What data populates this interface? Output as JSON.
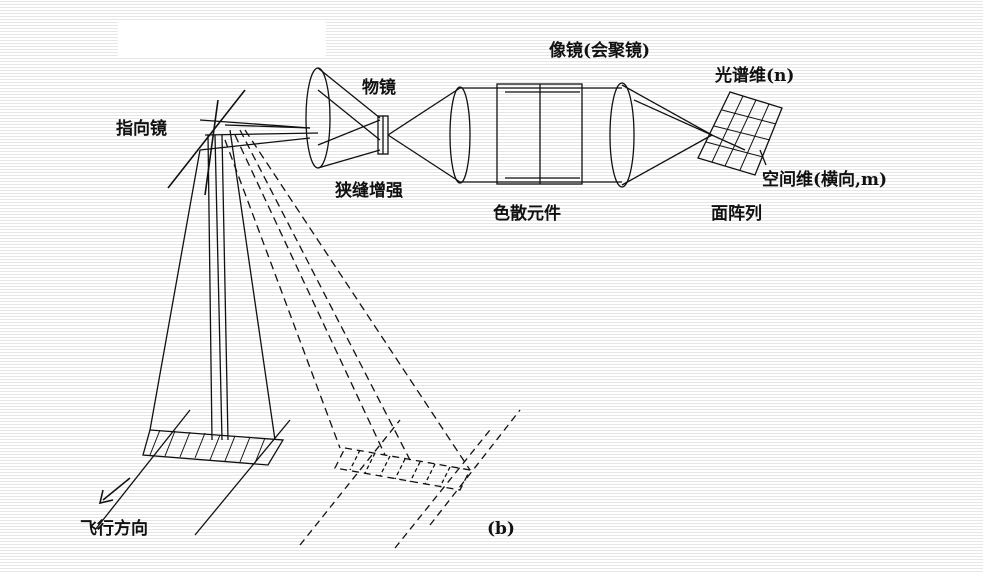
{
  "labels": {
    "pointing_mirror": "指向镜",
    "objective_lens": "物镜",
    "slit_enhancer": "狭缝增强",
    "image_lens": "像镜(会聚镜)",
    "dispersive_element": "色散元件",
    "spectral_dimension": "光谱维(n)",
    "spatial_dimension": "空间维(横向,m)",
    "area_array": "面阵列",
    "flight_direction": "飞行方向",
    "figure_tag": "(b)"
  },
  "colors": {
    "ink": "#111111",
    "paper": "#ffffff",
    "scan_lines": "#e6e6e6"
  }
}
